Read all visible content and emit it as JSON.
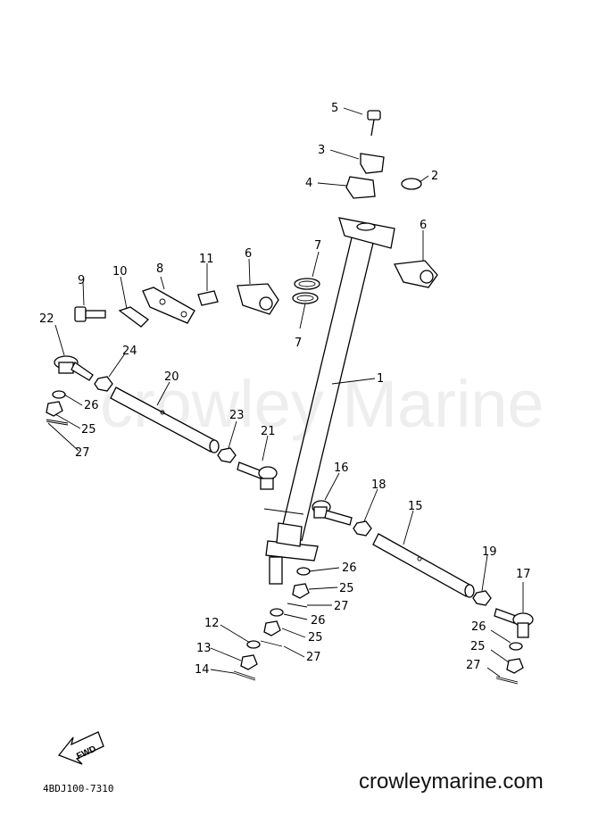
{
  "watermark": "crowley Marine",
  "footer": {
    "site": "crowleymarine.com",
    "code": "4BDJ100-7310"
  },
  "fwd_label": "FWD",
  "callouts": {
    "c1": "1",
    "c2": "2",
    "c3": "3",
    "c4": "4",
    "c5": "5",
    "c6a": "6",
    "c6b": "6",
    "c7a": "7",
    "c7b": "7",
    "c8": "8",
    "c9": "9",
    "c10": "10",
    "c11": "11",
    "c12": "12",
    "c13": "13",
    "c14": "14",
    "c15": "15",
    "c16": "16",
    "c17": "17",
    "c18": "18",
    "c19": "19",
    "c20": "20",
    "c21": "21",
    "c22": "22",
    "c23": "23",
    "c24": "24",
    "c25a": "25",
    "c25b": "25",
    "c25c": "25",
    "c25d": "25",
    "c26a": "26",
    "c26b": "26",
    "c26c": "26",
    "c26d": "26",
    "c27a": "27",
    "c27b": "27",
    "c27c": "27",
    "c27d": "27"
  }
}
